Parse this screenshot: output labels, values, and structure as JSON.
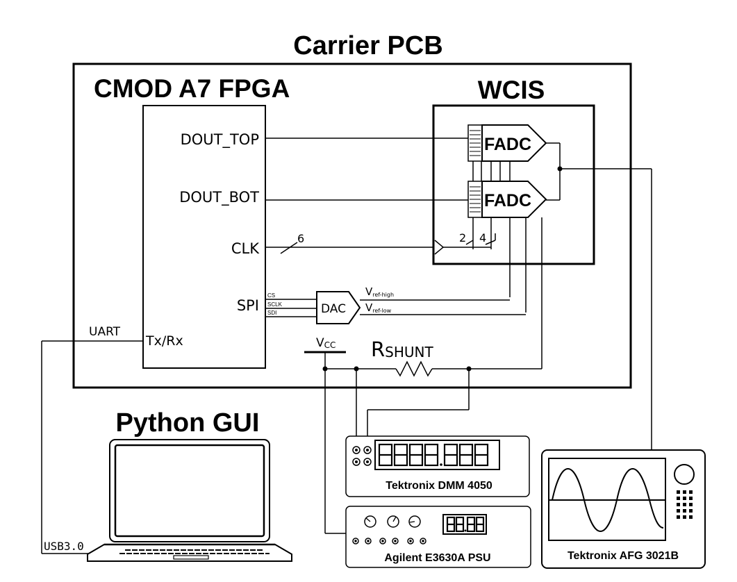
{
  "title": "Carrier PCB",
  "fpga": {
    "title": "CMOD A7 FPGA",
    "pins": {
      "dout_top": "DOUT_TOP",
      "dout_bot": "DOUT_BOT",
      "clk": "CLK",
      "spi": "SPI",
      "txrx": "Tx/Rx"
    },
    "spi_signals": [
      "CS",
      "SCLK",
      "SDI"
    ]
  },
  "wcis": {
    "title": "WCIS",
    "adc_top": "FADC",
    "adc_bot": "FADC"
  },
  "bus_widths": {
    "clk": "6",
    "adc_a": "2",
    "adc_b": "4"
  },
  "dac": {
    "label": "DAC",
    "vref_high_main": "V",
    "vref_high_sub": "ref-high",
    "vref_low_main": "V",
    "vref_low_sub": "ref-low"
  },
  "uart": "UART",
  "usb": "USB3.0",
  "vcc": {
    "main": "V",
    "sub": "CC"
  },
  "rshunt": {
    "main": "R",
    "sub": "SHUNT"
  },
  "gui": "Python GUI",
  "dmm": {
    "label": "Tektronix DMM 4050",
    "display": "8888.888"
  },
  "psu": {
    "label": "Agilent E3630A PSU",
    "display": "88.88"
  },
  "afg": {
    "label": "Tektronix AFG 3021B"
  },
  "colors": {
    "line": "#000000",
    "background": "#ffffff"
  }
}
